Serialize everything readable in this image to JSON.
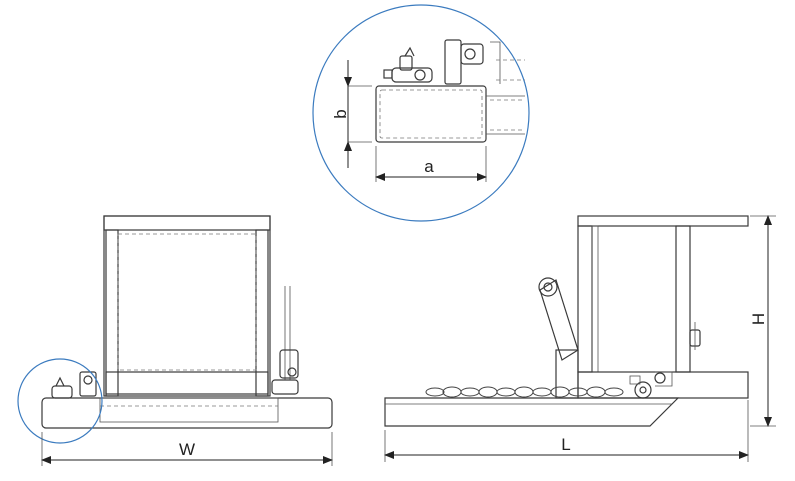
{
  "labels": {
    "width": "W",
    "length": "L",
    "height": "H",
    "detail_a": "a",
    "detail_b": "b"
  },
  "colors": {
    "outline": "#3a3a3a",
    "detail_circle": "#3b7bbf",
    "background": "#ffffff"
  }
}
